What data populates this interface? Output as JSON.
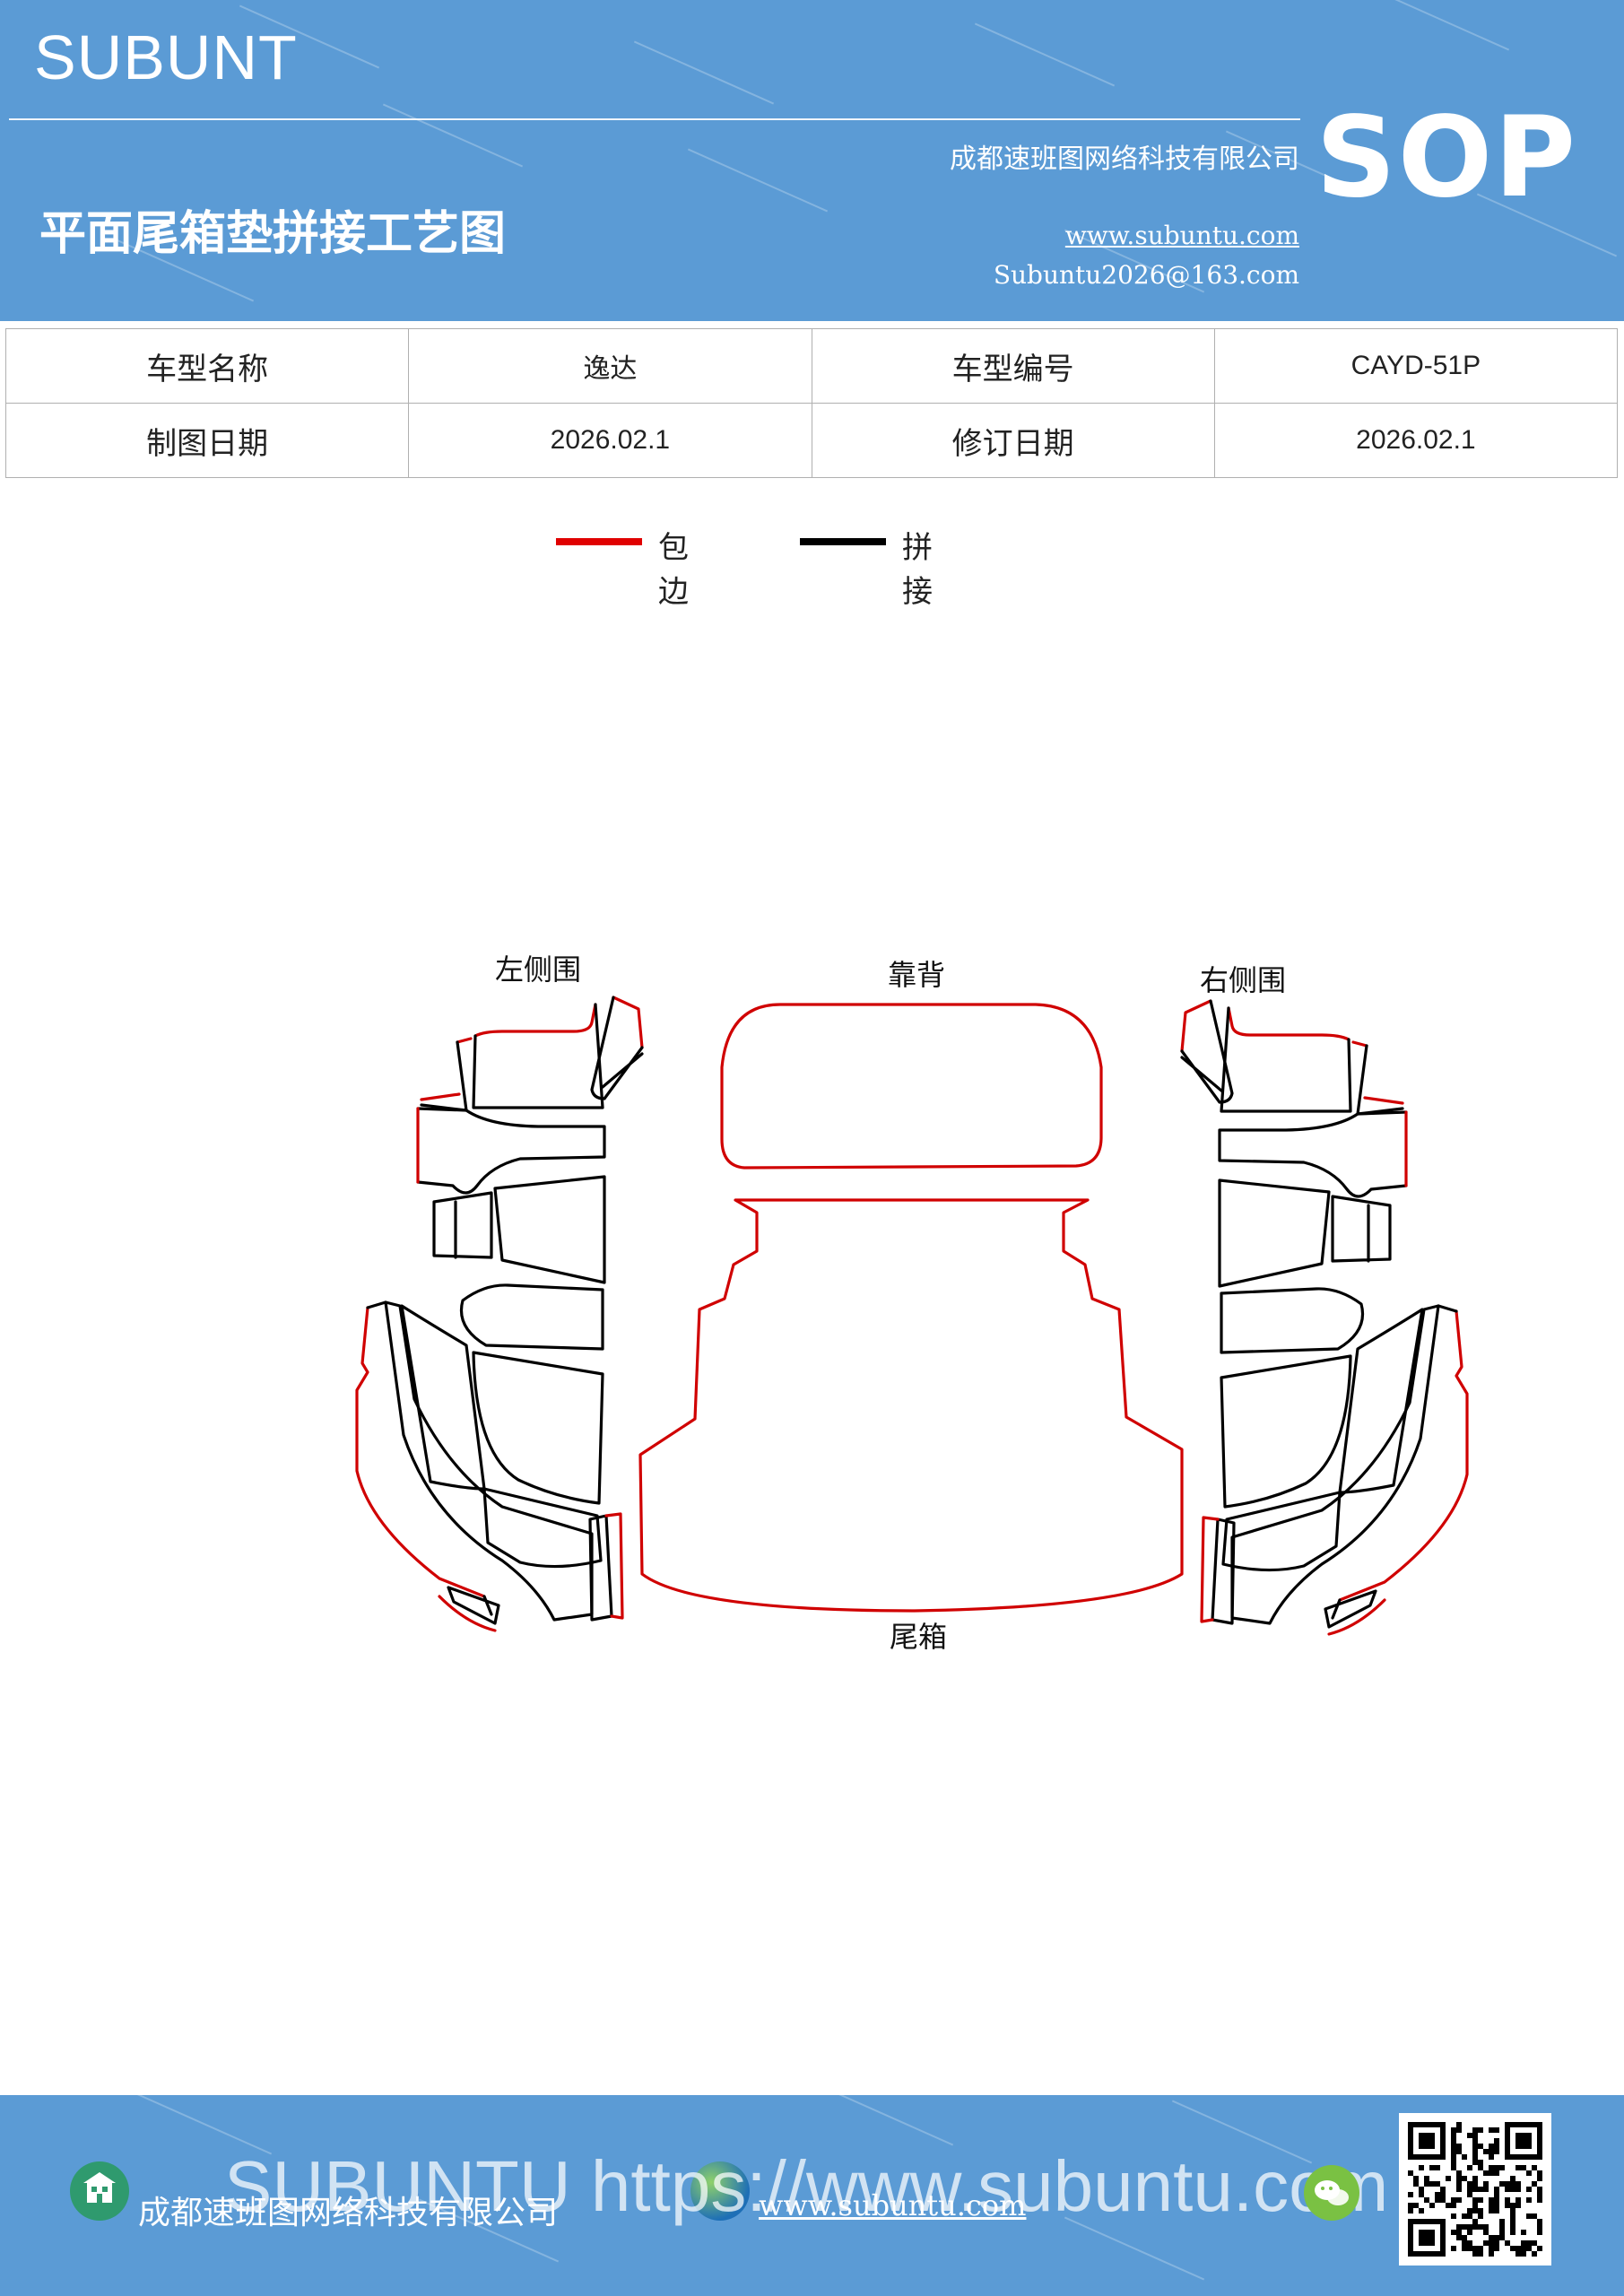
{
  "header": {
    "brand": "SUBUNT",
    "company": "成都速班图网络科技有限公司",
    "title": "平面尾箱垫拼接工艺图",
    "website": "www.subuntu.com",
    "email": "Subuntu2026@163.com",
    "badge": "SOP"
  },
  "info_table": [
    [
      {
        "text": "车型名称",
        "kind": "label"
      },
      {
        "text": "逸达",
        "kind": "value"
      },
      {
        "text": "车型编号",
        "kind": "label"
      },
      {
        "text": "CAYD-51P",
        "kind": "value"
      }
    ],
    [
      {
        "text": "制图日期",
        "kind": "label"
      },
      {
        "text": "2026.02.1",
        "kind": "value"
      },
      {
        "text": "修订日期",
        "kind": "label"
      },
      {
        "text": "2026.02.1",
        "kind": "value"
      }
    ]
  ],
  "legend": [
    {
      "label": "包边",
      "color": "#e00000"
    },
    {
      "label": "拼接",
      "color": "#000000"
    }
  ],
  "diagram": {
    "labels": {
      "left_side": "左侧围",
      "backrest": "靠背",
      "right_side": "右侧围",
      "trunk": "尾箱"
    },
    "colors": {
      "edge": "#d00000",
      "seam": "#000000"
    }
  },
  "footer": {
    "watermark": "SUBUNTU https://www.subuntu.com",
    "company": "成都速班图网络科技有限公司",
    "website": "www.subuntu.com",
    "icons": [
      "building-icon",
      "globe-icon",
      "wechat-icon",
      "qr-code"
    ]
  }
}
